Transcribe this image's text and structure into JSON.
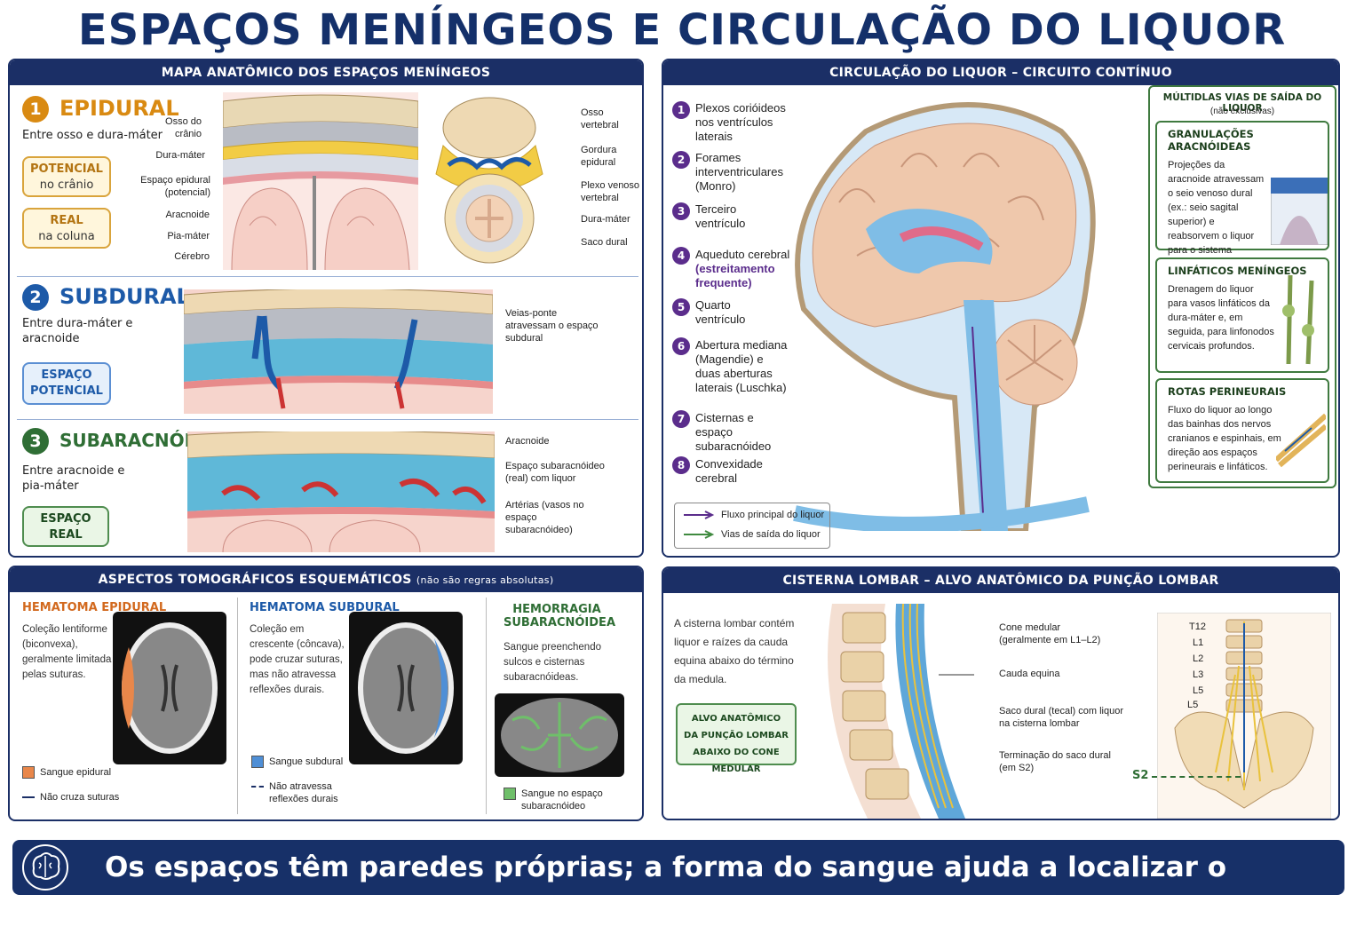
{
  "title": "ESPAÇOS MENÍNGEOS E CIRCULAÇÃO DO LIQUOR",
  "map_panel": {
    "header": "MAPA ANATÔMICO DOS ESPAÇOS MENÍNGEOS",
    "epidural": {
      "num": "1",
      "name": "EPIDURAL",
      "desc": "Entre osso e dura-máter",
      "badge1_a": "POTENCIAL",
      "badge1_b": "no crânio",
      "badge2_a": "REAL",
      "badge2_b": "na coluna",
      "labels_left": [
        "Osso do crânio",
        "Dura-máter",
        "Espaço epidural (potencial)",
        "Aracnoide",
        "Pia-máter",
        "Cérebro"
      ],
      "labels_right": [
        "Osso vertebral",
        "Gordura epidural",
        "Plexo venoso vertebral",
        "Dura-máter",
        "Saco dural"
      ]
    },
    "subdural": {
      "num": "2",
      "name": "SUBDURAL",
      "desc": "Entre dura-máter e aracnoide",
      "badge_a": "ESPAÇO",
      "badge_b": "POTENCIAL",
      "label": "Veias-ponte atravessam o espaço subdural"
    },
    "subarachnoid": {
      "num": "3",
      "name": "SUBARACNÓIDEO",
      "desc": "Entre aracnoide e pia-máter",
      "badge_a": "ESPAÇO",
      "badge_b": "REAL",
      "labels": [
        "Aracnoide",
        "Espaço subaracnóideo (real) com liquor",
        "Artérias (vasos no espaço subaracnóideo)"
      ]
    }
  },
  "csf_panel": {
    "header": "CIRCULAÇÃO DO LIQUOR – CIRCUITO CONTÍNUO",
    "steps": [
      {
        "n": "1",
        "text": "Plexos corióideos nos ventrículos laterais"
      },
      {
        "n": "2",
        "text": "Forames interventriculares (Monro)"
      },
      {
        "n": "3",
        "text": "Terceiro ventrículo"
      },
      {
        "n": "4",
        "text": "Aqueduto cerebral",
        "emph": "(estreitamento frequente)"
      },
      {
        "n": "5",
        "text": "Quarto ventrículo"
      },
      {
        "n": "6",
        "text": "Abertura mediana (Magendie) e duas aberturas laterais (Luschka)"
      },
      {
        "n": "7",
        "text": "Cisternas e espaço subaracnóideo"
      },
      {
        "n": "8",
        "text": "Convexidade cerebral"
      }
    ],
    "legend": [
      "Fluxo principal do liquor",
      "Vias de saída do liquor"
    ],
    "exits_title": "MÚLTIDLAS VIAS DE SAÍDA DO LIQUOR",
    "exits_sub": "(não exclusivas)",
    "exits": [
      {
        "title": "GRANULAÇÕES ARACNÓIDEAS",
        "text": "Projeções da aracnoide atravessam o seio venoso dural (ex.: seio sagital superior) e reabsorvem o liquor para o sistema venoso."
      },
      {
        "title": "LINFÁTICOS MENÍNGEOS",
        "text": "Drenagem do liquor para vasos linfáticos da dura-máter e, em seguida, para linfonodos cervicais profundos."
      },
      {
        "title": "ROTAS PERINEURAIS",
        "text": "Fluxo do liquor ao longo das bainhas dos nervos cranianos e espinhais, em direção aos espaços perineurais e linfáticos."
      }
    ]
  },
  "ct_panel": {
    "header": "ASPECTOS TOMOGRÁFICOS ESQUEMÁTICOS",
    "header_note": "(não são regras absolutas)",
    "epidural": {
      "title": "HEMATOMA EPIDURAL",
      "desc": "Coleção lentiforme (biconvexa), geralmente limitada pelas suturas.",
      "leg1": "Sangue epidural",
      "leg2": "Não cruza suturas",
      "color": "#e9874a"
    },
    "subdural": {
      "title": "HEMATOMA SUBDURAL",
      "desc": "Coleção em crescente (côncava), pode cruzar suturas, mas não atravessa reflexões durais.",
      "leg1": "Sangue subdural",
      "leg2": "Não atravessa reflexões durais",
      "color": "#4f8fd6"
    },
    "sah": {
      "title_a": "HEMORRAGIA",
      "title_b": "SUBARACNÓIDEA",
      "desc": "Sangue preenchendo sulcos e cisternas subaracnóideas.",
      "leg1": "Sangue no espaço subaracnóideo",
      "color": "#6fbf6a"
    }
  },
  "lumbar_panel": {
    "header": "CISTERNA LOMBAR – ALVO ANATÔMICO DA PUNÇÃO LOMBAR",
    "desc": "A cisterna lombar contém liquor e raízes da cauda equina abaixo do término da medula.",
    "target": [
      "ALVO ANATÔMICO",
      "DA PUNÇÃO LOMBAR",
      "ABAIXO DO CONE MEDULAR"
    ],
    "labels": [
      {
        "a": "Cone medular",
        "b": "(geralmente em L1–L2)"
      },
      {
        "a": "Cauda equina",
        "b": ""
      },
      {
        "a": "Saco dural (tecal) com liquor",
        "b": "na cisterna lombar"
      },
      {
        "a": "Terminação do saco dural",
        "b": "(em S2)"
      }
    ],
    "levels": [
      "T12",
      "L1",
      "L2",
      "L3",
      "L5",
      "L5"
    ],
    "s2": "S2"
  },
  "footer": "Os espaços têm paredes próprias; a forma do sangue ajuda a localizar o compartimento.",
  "colors": {
    "navy": "#1b2f66",
    "epidural": "#d98a12",
    "subdural": "#1d5aa8",
    "subarachnoid": "#2f6e35",
    "csf_flow": "#5b2d8c",
    "exit": "#3f8a3f"
  }
}
